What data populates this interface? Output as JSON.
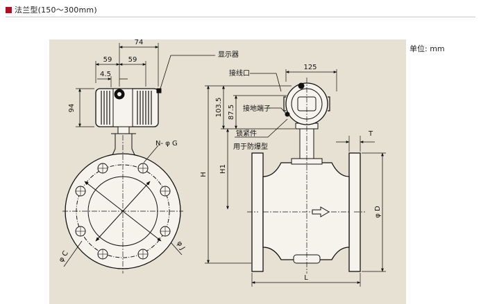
{
  "header": {
    "title": "法兰型(150～300mm)",
    "accent_color": "#b50d1e"
  },
  "unit_label": "单位: mm",
  "panel_color": "#e6e1d3",
  "dims": {
    "top_width": "74",
    "half_left": "59",
    "half_right": "59",
    "offset": "4.5",
    "height_94": "94",
    "top_125": "125",
    "h_103": "103.5",
    "h_87": "87.5",
    "H": "H",
    "H1": "H1",
    "T": "T",
    "phiD": "φ D",
    "L": "L",
    "phiC": "φ C",
    "phiJ": "φ J",
    "holes": "N- φ G"
  },
  "callouts": {
    "display": "显示器",
    "wiring": "接线口",
    "ground": "接地端子",
    "lock": "锁紧件",
    "explosion": "用于防爆型"
  }
}
